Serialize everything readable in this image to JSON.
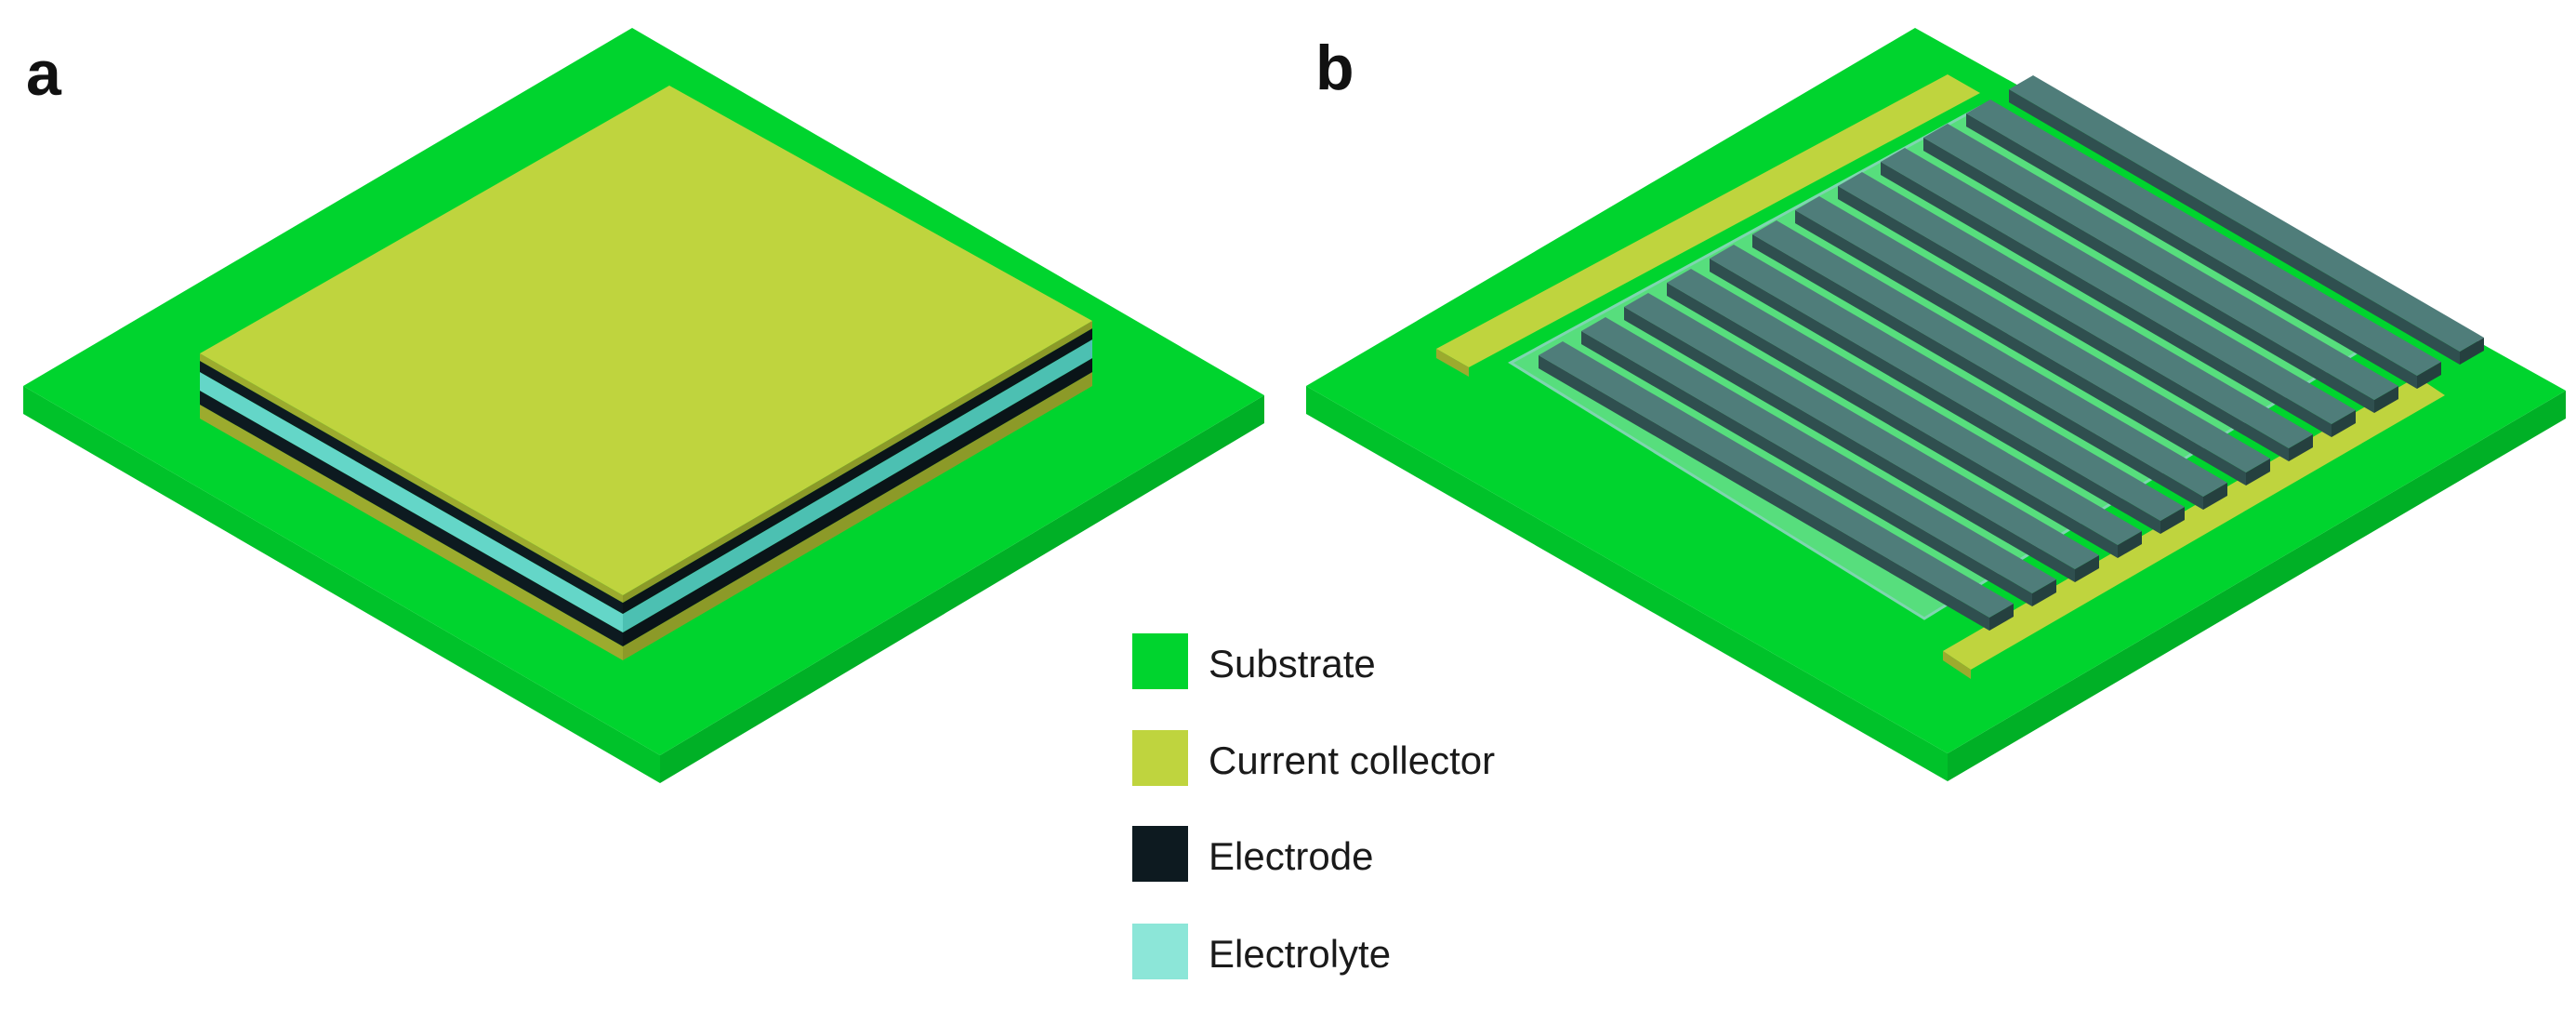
{
  "panels": [
    {
      "label": "a"
    },
    {
      "label": "b"
    }
  ],
  "legend": [
    {
      "label": "Substrate",
      "color": "#00d42e"
    },
    {
      "label": "Current collector",
      "color": "#bfd43e"
    },
    {
      "label": "Electrode",
      "color": "#0d1a20"
    },
    {
      "label": "Electrolyte",
      "color": "#8ce6d8"
    }
  ],
  "colors": {
    "substrate_top": "#00d42e",
    "substrate_side_left": "#00c22a",
    "substrate_side_right": "#00b026",
    "collector": "#bfd43e",
    "collector_side": "#9cab2e",
    "electrode": "#0d1a20",
    "electrolyte": "#64d6c8",
    "finger_top": "#4f7d7a",
    "finger_side": "#2f4f4f",
    "gel": "#9fe6c0"
  }
}
